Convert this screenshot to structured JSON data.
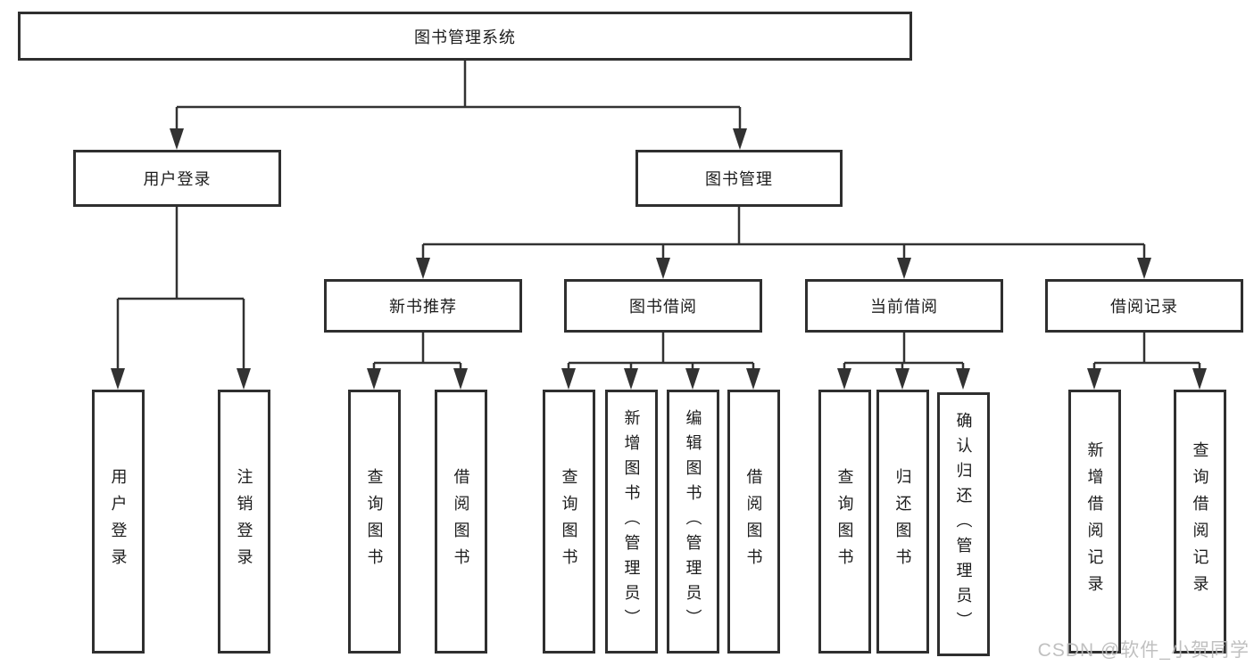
{
  "tree": {
    "root": "图书管理系统",
    "branches": [
      {
        "label": "用户登录",
        "leaves": [
          "用户登录",
          "注销登录"
        ]
      },
      {
        "label": "图书管理",
        "groups": [
          {
            "label": "新书推荐",
            "leaves": [
              "查询图书",
              "借阅图书"
            ]
          },
          {
            "label": "图书借阅",
            "leaves": [
              "查询图书",
              "新增图书（管理员）",
              "编辑图书（管理员）",
              "借阅图书"
            ]
          },
          {
            "label": "当前借阅",
            "leaves": [
              "查询图书",
              "归还图书",
              "确认归还（管理员）"
            ]
          },
          {
            "label": "借阅记录",
            "leaves": [
              "新增借阅记录",
              "查询借阅记录"
            ]
          }
        ]
      }
    ]
  },
  "watermark": "CSDN @软件_小贺同学",
  "colors": {
    "line": "#323232",
    "text": "#1c1c1c",
    "watermark": "#bbbbbb",
    "background": "#ffffff"
  }
}
